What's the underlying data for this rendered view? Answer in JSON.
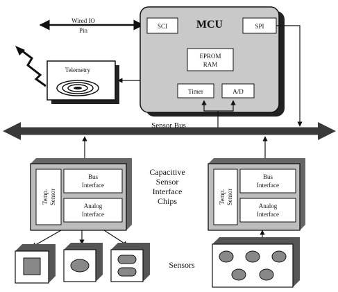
{
  "colors": {
    "box_fill": "#c9c9c9",
    "box_shadow": "#333333",
    "inner_fill": "#ffffff",
    "line": "#111111",
    "bus": "#3a3a3a"
  },
  "mcu": {
    "title": "MCU",
    "sci": "SCI",
    "spi": "SPI",
    "memory_line1": "EPROM",
    "memory_line2": "RAM",
    "timer": "Timer",
    "ad": "A/D"
  },
  "wired_io": {
    "line1": "Wired IO",
    "line2": "Pin"
  },
  "telemetry": {
    "label": "Telemetry"
  },
  "bus": {
    "label": "Sensor Bus"
  },
  "chip_left": {
    "temp_line1": "Temp.",
    "temp_line2": "Sensor",
    "bus_line1": "Bus",
    "bus_line2": "Interface",
    "analog_line1": "Analog",
    "analog_line2": "Interface"
  },
  "chip_right": {
    "temp_line1": "Temp.",
    "temp_line2": "Sensor",
    "bus_line1": "Bus",
    "bus_line2": "Interface",
    "analog_line1": "Analog",
    "analog_line2": "Interface"
  },
  "chips_caption": {
    "line1": "Capacitive",
    "line2": "Sensor",
    "line3": "Interface",
    "line4": "Chips"
  },
  "sensors_caption": "Sensors"
}
